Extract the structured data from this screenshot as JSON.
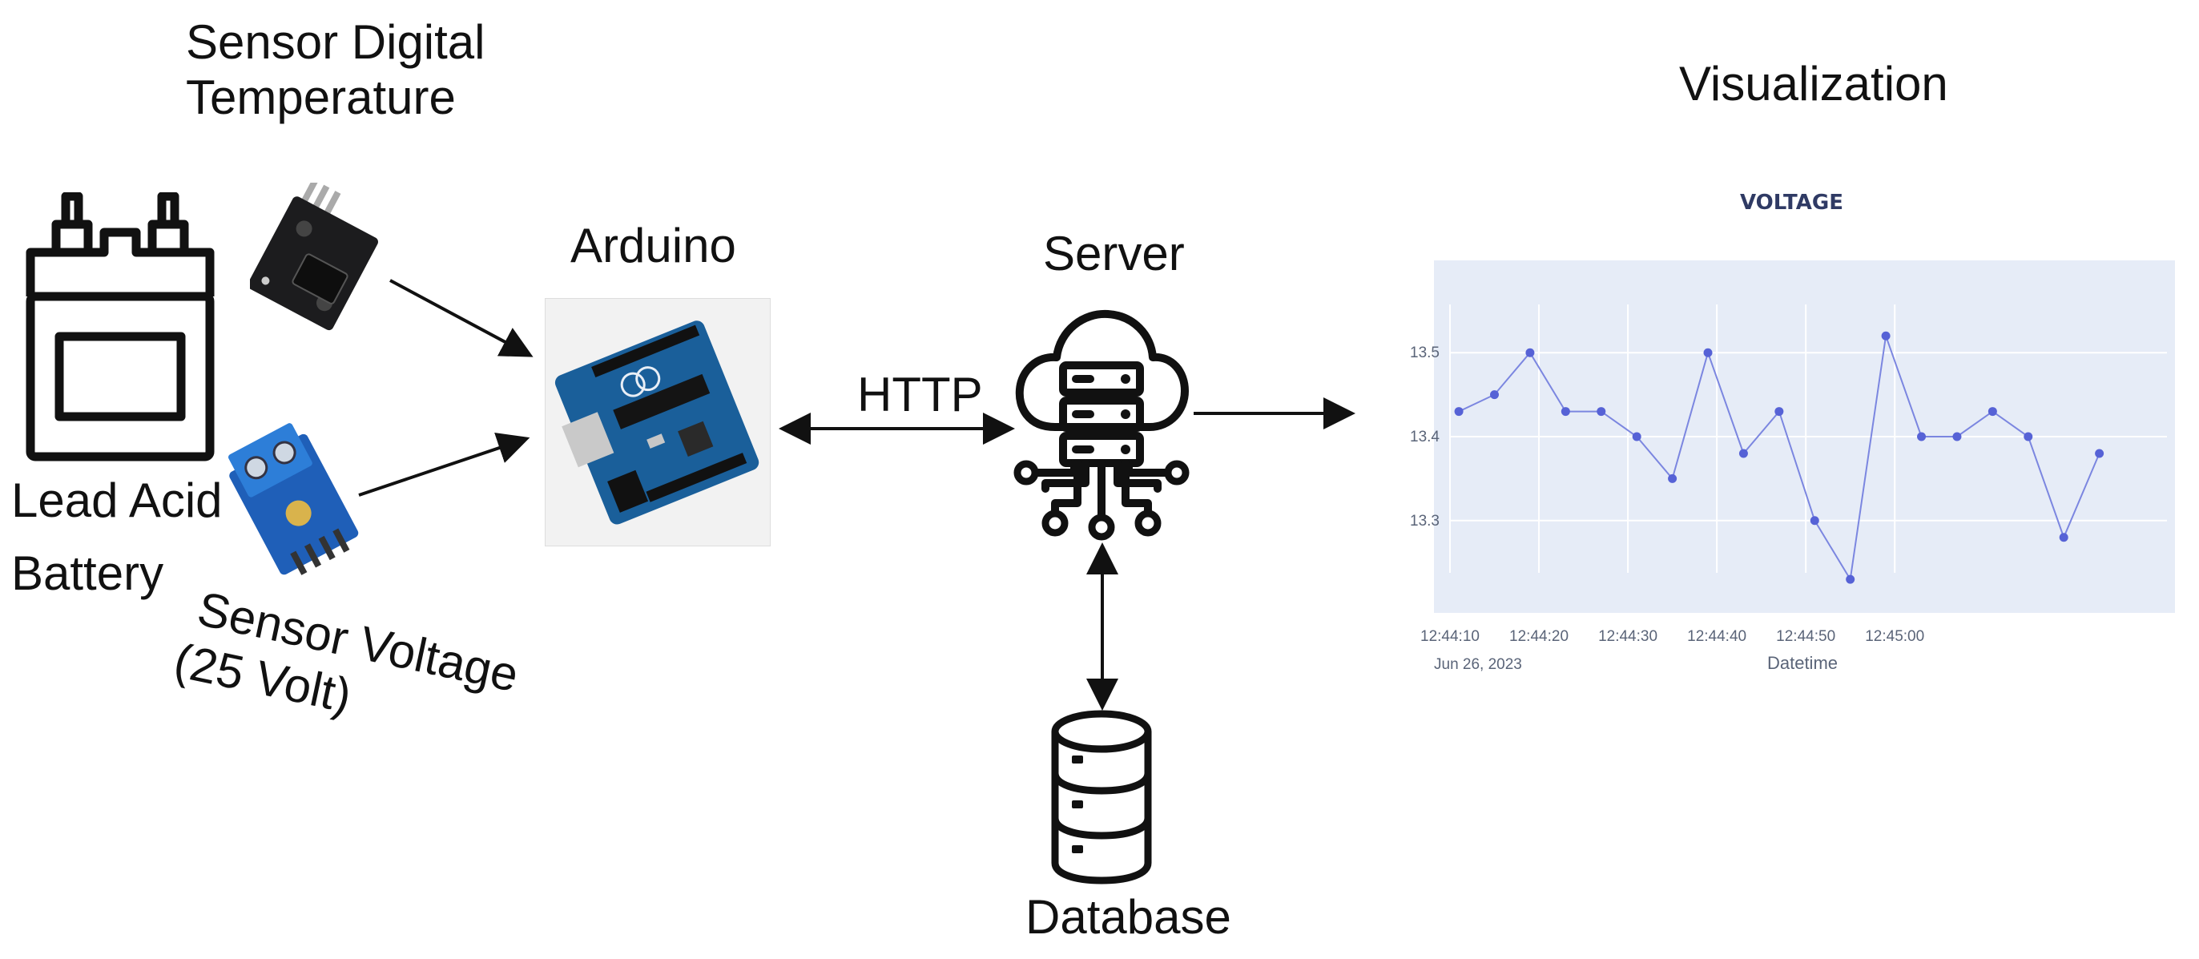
{
  "labels": {
    "sensor_temp_line1": "Sensor Digital",
    "sensor_temp_line2": "Temperature",
    "battery_line1": "Lead Acid",
    "battery_line2": "Battery",
    "sensor_voltage_line1": "Sensor Voltage",
    "sensor_voltage_line2": "(25 Volt)",
    "arduino": "Arduino",
    "http": "HTTP",
    "server": "Server",
    "database": "Database",
    "visualization": "Visualization"
  },
  "chart_data": {
    "type": "line",
    "title": "VOLTAGE",
    "xlabel": "Datetime",
    "ylabel": "",
    "x_start_label": "Jun 26, 2023",
    "x_tick_labels": [
      "12:44:10",
      "12:44:20",
      "12:44:30",
      "12:44:40",
      "12:44:50",
      "12:45:00"
    ],
    "y_tick_labels": [
      "13.3",
      "13.4",
      "13.5"
    ],
    "y_ticks": [
      13.3,
      13.4,
      13.5
    ],
    "ylim": [
      13.19,
      13.61
    ],
    "x_seconds": [
      11,
      15,
      19,
      23,
      27,
      31,
      35,
      39,
      43,
      47,
      51,
      55,
      59,
      63,
      67,
      71,
      75,
      79,
      83,
      87
    ],
    "values": [
      13.43,
      13.45,
      13.5,
      13.43,
      13.43,
      13.4,
      13.35,
      13.5,
      13.38,
      13.43,
      13.3,
      13.23,
      13.52,
      13.4,
      13.4,
      13.43,
      13.4,
      13.28,
      13.38
    ],
    "colors": {
      "line": "#7b86e0",
      "marker": "#5662d6",
      "plot_bg": "#e6ecf7",
      "grid": "#ffffff"
    }
  }
}
